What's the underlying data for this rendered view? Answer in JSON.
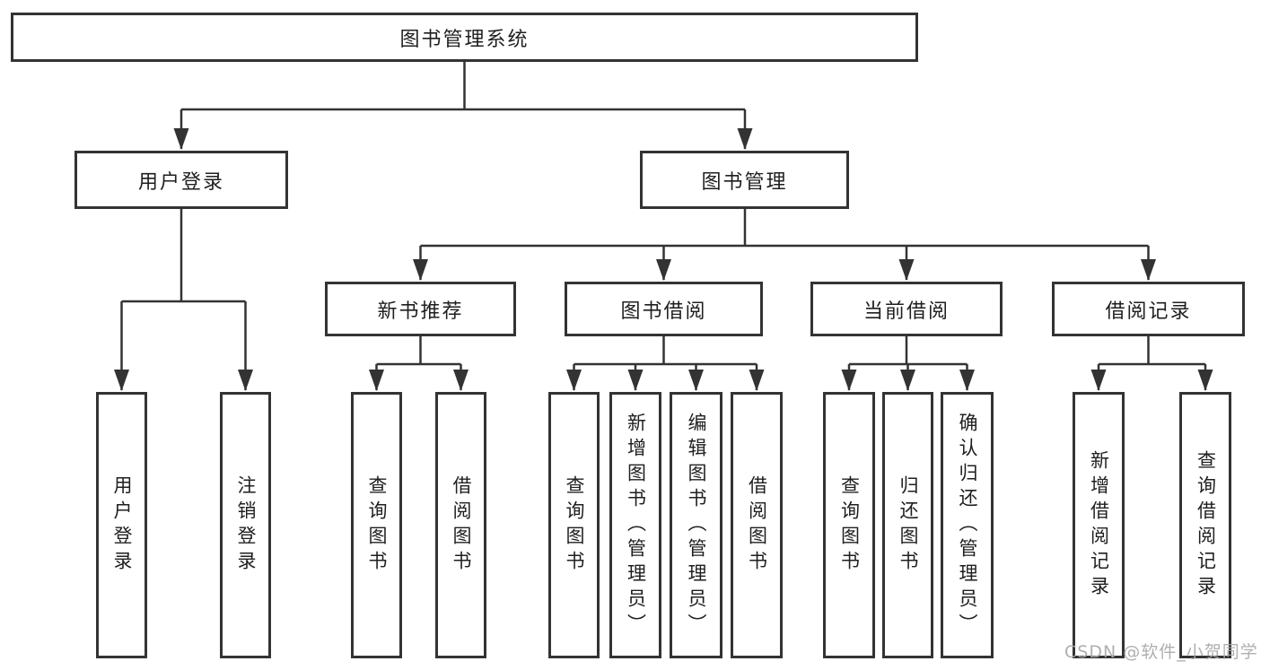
{
  "title": "图书管理系统",
  "colors": {
    "line": "#333333",
    "box_border": "#333333",
    "box_fill": "#ffffff",
    "text": "#1f1f1f",
    "watermark": "#a8a8a8"
  },
  "nodes": {
    "root": "图书管理系统",
    "user_login": "用户登录",
    "book_mgmt": "图书管理",
    "new_book_rec": "新书推荐",
    "book_borrow": "图书借阅",
    "current_borrow": "当前借阅",
    "borrow_record": "借阅记录",
    "leaf_user_login": "用户登录",
    "leaf_logout": "注销登录",
    "leaf_query_book_1": "查询图书",
    "leaf_borrow_book_1": "借阅图书",
    "leaf_query_book_2": "查询图书",
    "leaf_add_book": "新增图书（管理员）",
    "leaf_edit_book": "编辑图书（管理员）",
    "leaf_borrow_book_2": "借阅图书",
    "leaf_query_book_3": "查询图书",
    "leaf_return_book": "归还图书",
    "leaf_confirm_return": "确认归还（管理员）",
    "leaf_add_record": "新增借阅记录",
    "leaf_query_record": "查询借阅记录"
  },
  "edges": [
    [
      "图书管理系统",
      "用户登录"
    ],
    [
      "图书管理系统",
      "图书管理"
    ],
    [
      "用户登录",
      "用户登录"
    ],
    [
      "用户登录",
      "注销登录"
    ],
    [
      "图书管理",
      "新书推荐"
    ],
    [
      "图书管理",
      "图书借阅"
    ],
    [
      "图书管理",
      "当前借阅"
    ],
    [
      "图书管理",
      "借阅记录"
    ],
    [
      "新书推荐",
      "查询图书"
    ],
    [
      "新书推荐",
      "借阅图书"
    ],
    [
      "图书借阅",
      "查询图书"
    ],
    [
      "图书借阅",
      "新增图书（管理员）"
    ],
    [
      "图书借阅",
      "编辑图书（管理员）"
    ],
    [
      "图书借阅",
      "借阅图书"
    ],
    [
      "当前借阅",
      "查询图书"
    ],
    [
      "当前借阅",
      "归还图书"
    ],
    [
      "当前借阅",
      "确认归还（管理员）"
    ],
    [
      "借阅记录",
      "新增借阅记录"
    ],
    [
      "借阅记录",
      "查询借阅记录"
    ]
  ],
  "watermark": {
    "text": "CSDN @软件_小贺同学"
  }
}
